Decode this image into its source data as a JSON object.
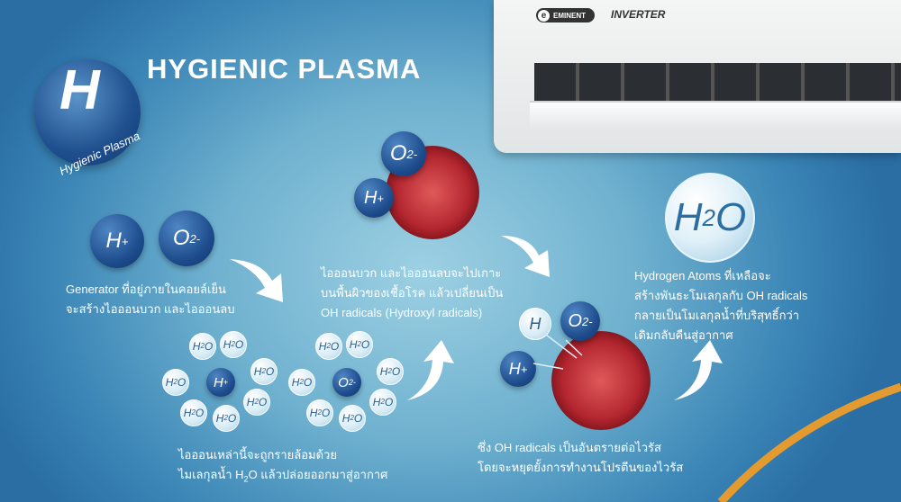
{
  "header": {
    "title": "HYGIENIC PLASMA",
    "logo_letter": "H",
    "logo_caption": "Hygienic Plasma"
  },
  "product": {
    "brand": "EMINENT",
    "brand_mark": "e",
    "series": "INVERTER"
  },
  "ions": {
    "h_base": "H",
    "h_charge": "+",
    "o_base": "O",
    "o_sub": "2",
    "o_charge": "-"
  },
  "water": {
    "a": "H",
    "sub": "2",
    "b": "O"
  },
  "step1": {
    "lines": [
      "Generator ที่อยู่ภายในคอยล์เย็น",
      "จะสร้างไอออนบวก และไอออนลบ"
    ]
  },
  "step2": {
    "line1": "ไอออนเหล่านี้จะถูกรายล้อมด้วย",
    "line2_pre": "ไมเลกุลน้ำ ",
    "h": "H",
    "sub": "2",
    "line2_post": "O แล้วปล่อยออกมาสู่อากาศ"
  },
  "step3": {
    "lines": [
      "ไอออนบวก และไอออนลบจะไปเกาะ",
      "บนพื้นผิวของเชื้อโรค แล้วเปลี่ยนเป็น",
      "OH radicals (Hydroxyl radicals)"
    ]
  },
  "step4": {
    "lines": [
      "ซึ่ง OH radicals เป็นอันตรายต่อไวรัส",
      "โดยจะหยุดยั้งการทำงานโปรตีนของไวรัส"
    ]
  },
  "step5": {
    "lines": [
      "Hydrogen Atoms ที่เหลือจะ",
      "สร้างพันธะโมเลกุลกับ OH radicals",
      "กลายเป็นโมเลกุลน้ำที่บริสุทธิ์กว่า",
      "เดิมกลับคืนสู่อากาศ"
    ]
  },
  "h_atom": "H",
  "colors": {
    "accent_orange": "#e39a2f",
    "ion_blue": "#1c4a8a"
  }
}
